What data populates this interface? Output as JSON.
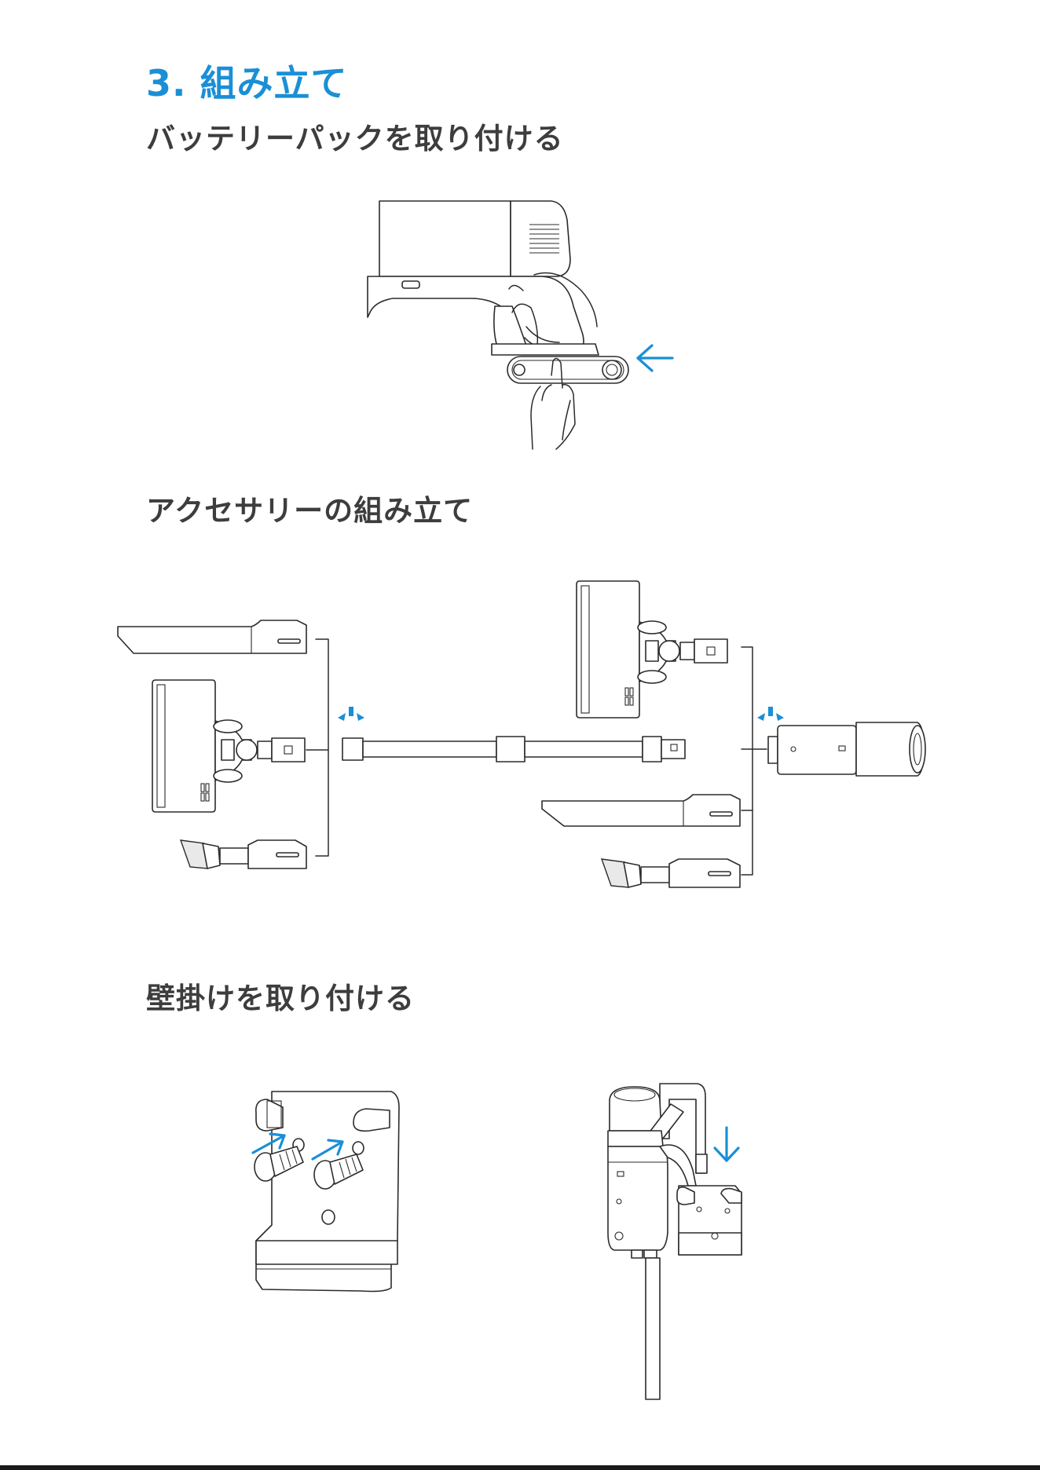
{
  "page": {
    "title": "3. 組み立て",
    "sections": [
      {
        "heading": "バッテリーパックを取り付ける"
      },
      {
        "heading": "アクセサリーの組み立て"
      },
      {
        "heading": "壁掛けを取り付ける"
      }
    ]
  },
  "colors": {
    "accent": "#1a8fd6",
    "text": "#3d3d3d",
    "line": "#2b2b2b"
  },
  "illustrations": [
    {
      "name": "battery-pack-insertion",
      "arrow": "arrow-left-icon"
    },
    {
      "name": "accessory-assembly",
      "markers": "click-sound-icon"
    },
    {
      "name": "wall-mount-screws",
      "arrows": "arrow-diagonal-icon"
    },
    {
      "name": "wall-mount-hanging",
      "arrow": "arrow-down-icon"
    }
  ]
}
